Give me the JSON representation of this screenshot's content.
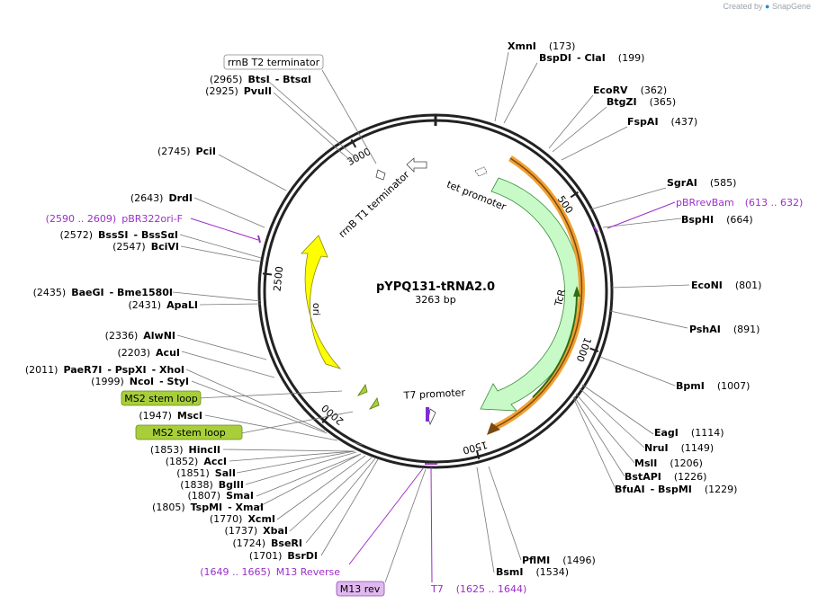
{
  "credit": {
    "prefix": "Created by",
    "brand": "SnapGene"
  },
  "plasmid": {
    "name": "pYPQ131-tRNA2.0",
    "size": "3263 bp",
    "length": 3263
  },
  "ticks": [
    {
      "bp": 500,
      "label": "500"
    },
    {
      "bp": 1000,
      "label": "1000"
    },
    {
      "bp": 1500,
      "label": "1500"
    },
    {
      "bp": 2000,
      "label": "2000"
    },
    {
      "bp": 2500,
      "label": "2500"
    },
    {
      "bp": 3000,
      "label": "3000"
    }
  ],
  "features": [
    {
      "name": "TcR",
      "start": 86,
      "end": 1276,
      "color": "#c8fac8",
      "stroke": "#3a8a3a"
    },
    {
      "name": "ori",
      "start": 2250,
      "end": 2839,
      "color": "#ffff00",
      "stroke": "#9a9a00",
      "reverse": true
    },
    {
      "name": "tet promoter",
      "color": "#ffffff"
    },
    {
      "name": "rrnB T1 terminator",
      "color": "#ffffff"
    },
    {
      "name": "T7 promoter",
      "color": "#ffffff"
    }
  ],
  "enzymes": [
    {
      "name": "XmnI",
      "pos": "(173)"
    },
    {
      "name": "BspDI",
      "name2": "ClaI",
      "pos": "(199)"
    },
    {
      "name": "EcoRV",
      "pos": "(362)"
    },
    {
      "name": "BtgZI",
      "pos": "(365)"
    },
    {
      "name": "FspAI",
      "pos": "(437)"
    },
    {
      "name": "SgrAI",
      "pos": "(585)"
    },
    {
      "name": "BspHI",
      "pos": "(664)"
    },
    {
      "name": "EcoNI",
      "pos": "(801)"
    },
    {
      "name": "PshAI",
      "pos": "(891)"
    },
    {
      "name": "BpmI",
      "pos": "(1007)"
    },
    {
      "name": "EagI",
      "pos": "(1114)"
    },
    {
      "name": "NruI",
      "pos": "(1149)"
    },
    {
      "name": "MslI",
      "pos": "(1206)"
    },
    {
      "name": "BstAPI",
      "pos": "(1226)"
    },
    {
      "name": "BfuAI",
      "name2": "BspMI",
      "pos": "(1229)"
    },
    {
      "name": "PflMI",
      "pos": "(1496)"
    },
    {
      "name": "BsmI",
      "pos": "(1534)"
    },
    {
      "name": "BsrDI",
      "pos": "(1701)"
    },
    {
      "name": "BseRI",
      "pos": "(1724)"
    },
    {
      "name": "XbaI",
      "pos": "(1737)"
    },
    {
      "name": "XcmI",
      "pos": "(1770)"
    },
    {
      "name": "TspMI",
      "name2": "XmaI",
      "pos": "(1805)"
    },
    {
      "name": "SmaI",
      "pos": "(1807)"
    },
    {
      "name": "BglII",
      "pos": "(1838)"
    },
    {
      "name": "SalI",
      "pos": "(1851)"
    },
    {
      "name": "AccI",
      "pos": "(1852)"
    },
    {
      "name": "HincII",
      "pos": "(1853)"
    },
    {
      "name": "MscI",
      "pos": "(1947)"
    },
    {
      "name": "NcoI",
      "name2": "StyI",
      "pos": "(1999)"
    },
    {
      "name": "PaeR7I",
      "name2": "PspXI",
      "name3": "XhoI",
      "pos": "(2011)"
    },
    {
      "name": "AcuI",
      "pos": "(2203)"
    },
    {
      "name": "AlwNI",
      "pos": "(2336)"
    },
    {
      "name": "ApaLI",
      "pos": "(2431)"
    },
    {
      "name": "BaeGI",
      "name2": "Bme1580I",
      "pos": "(2435)"
    },
    {
      "name": "BciVI",
      "pos": "(2547)"
    },
    {
      "name": "BssSI",
      "name2": "BssSαI",
      "pos": "(2572)"
    },
    {
      "name": "DrdI",
      "pos": "(2643)"
    },
    {
      "name": "PciI",
      "pos": "(2745)"
    },
    {
      "name": "PvuII",
      "pos": "(2925)"
    },
    {
      "name": "BtsI",
      "name2": "BtsαI",
      "pos": "(2965)"
    }
  ],
  "primers": [
    {
      "name": "pBRrevBam",
      "range": "(613 .. 632)"
    },
    {
      "name": "pBR322ori-F",
      "range": "(2590 .. 2609)"
    },
    {
      "name": "M13 Reverse",
      "range": "(1649 .. 1665)"
    },
    {
      "name": "T7",
      "range": "(1625 .. 1644)"
    },
    {
      "name": "M13 rev",
      "range": ""
    }
  ],
  "boxed_features": [
    {
      "name": "rrnB T2 terminator"
    },
    {
      "name": "MS2 stem loop"
    },
    {
      "name": "MS2 stem loop"
    }
  ],
  "colors": {
    "backbone": "#222222",
    "primer": "#9b2fc9",
    "tcr_fill": "#c8fac8",
    "ori_fill": "#ffff00",
    "orf_outline": "#f0a030",
    "stem_loop_fill": "#a8cf3a",
    "m13_box_fill": "#e0b8f0"
  }
}
